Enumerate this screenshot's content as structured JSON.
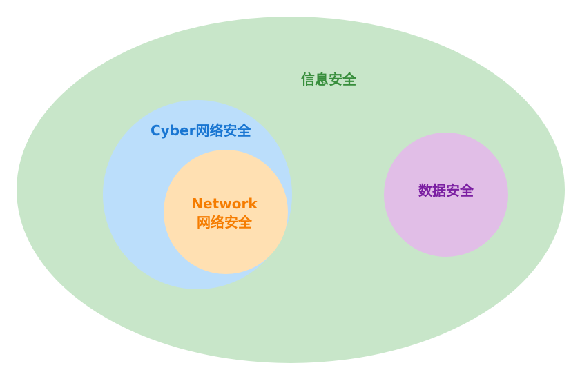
{
  "diagram": {
    "information_security": {
      "label": "信息安全",
      "fill_color": "#c8e6c9",
      "text_color": "#388e3c"
    },
    "cyber_security": {
      "label": "Cyber网络安全",
      "fill_color": "#bbdefb",
      "text_color": "#1976d2"
    },
    "network_security": {
      "label_line1": "Network",
      "label_line2": "网络安全",
      "fill_color": "#ffe0b2",
      "text_color": "#f57c00"
    },
    "data_security": {
      "label": "数据安全",
      "fill_color": "#e1bee7",
      "text_color": "#7b1fa2"
    }
  }
}
